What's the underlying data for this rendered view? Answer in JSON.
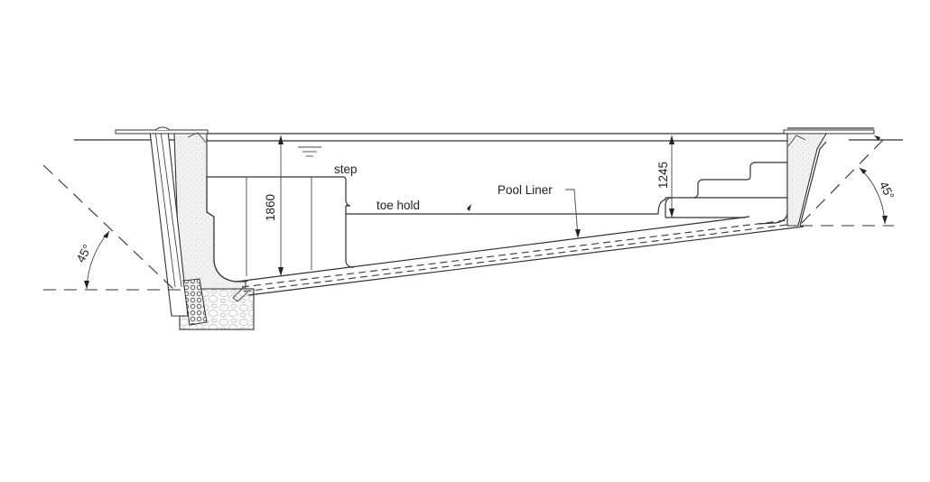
{
  "diagram": {
    "type": "pool cross-section",
    "labels": {
      "step": "step",
      "toe_hold": "toe hold",
      "pool_liner": "Pool Liner"
    },
    "dimensions": {
      "deep_depth": "1860",
      "shallow_depth": "1245"
    },
    "angles": {
      "left": "45°",
      "right": "45°"
    },
    "symbols": {
      "water_level": "water-level-symbol"
    },
    "colors": {
      "line": "#333333",
      "background": "#ffffff",
      "concrete_fill": "#eeeeee"
    }
  }
}
